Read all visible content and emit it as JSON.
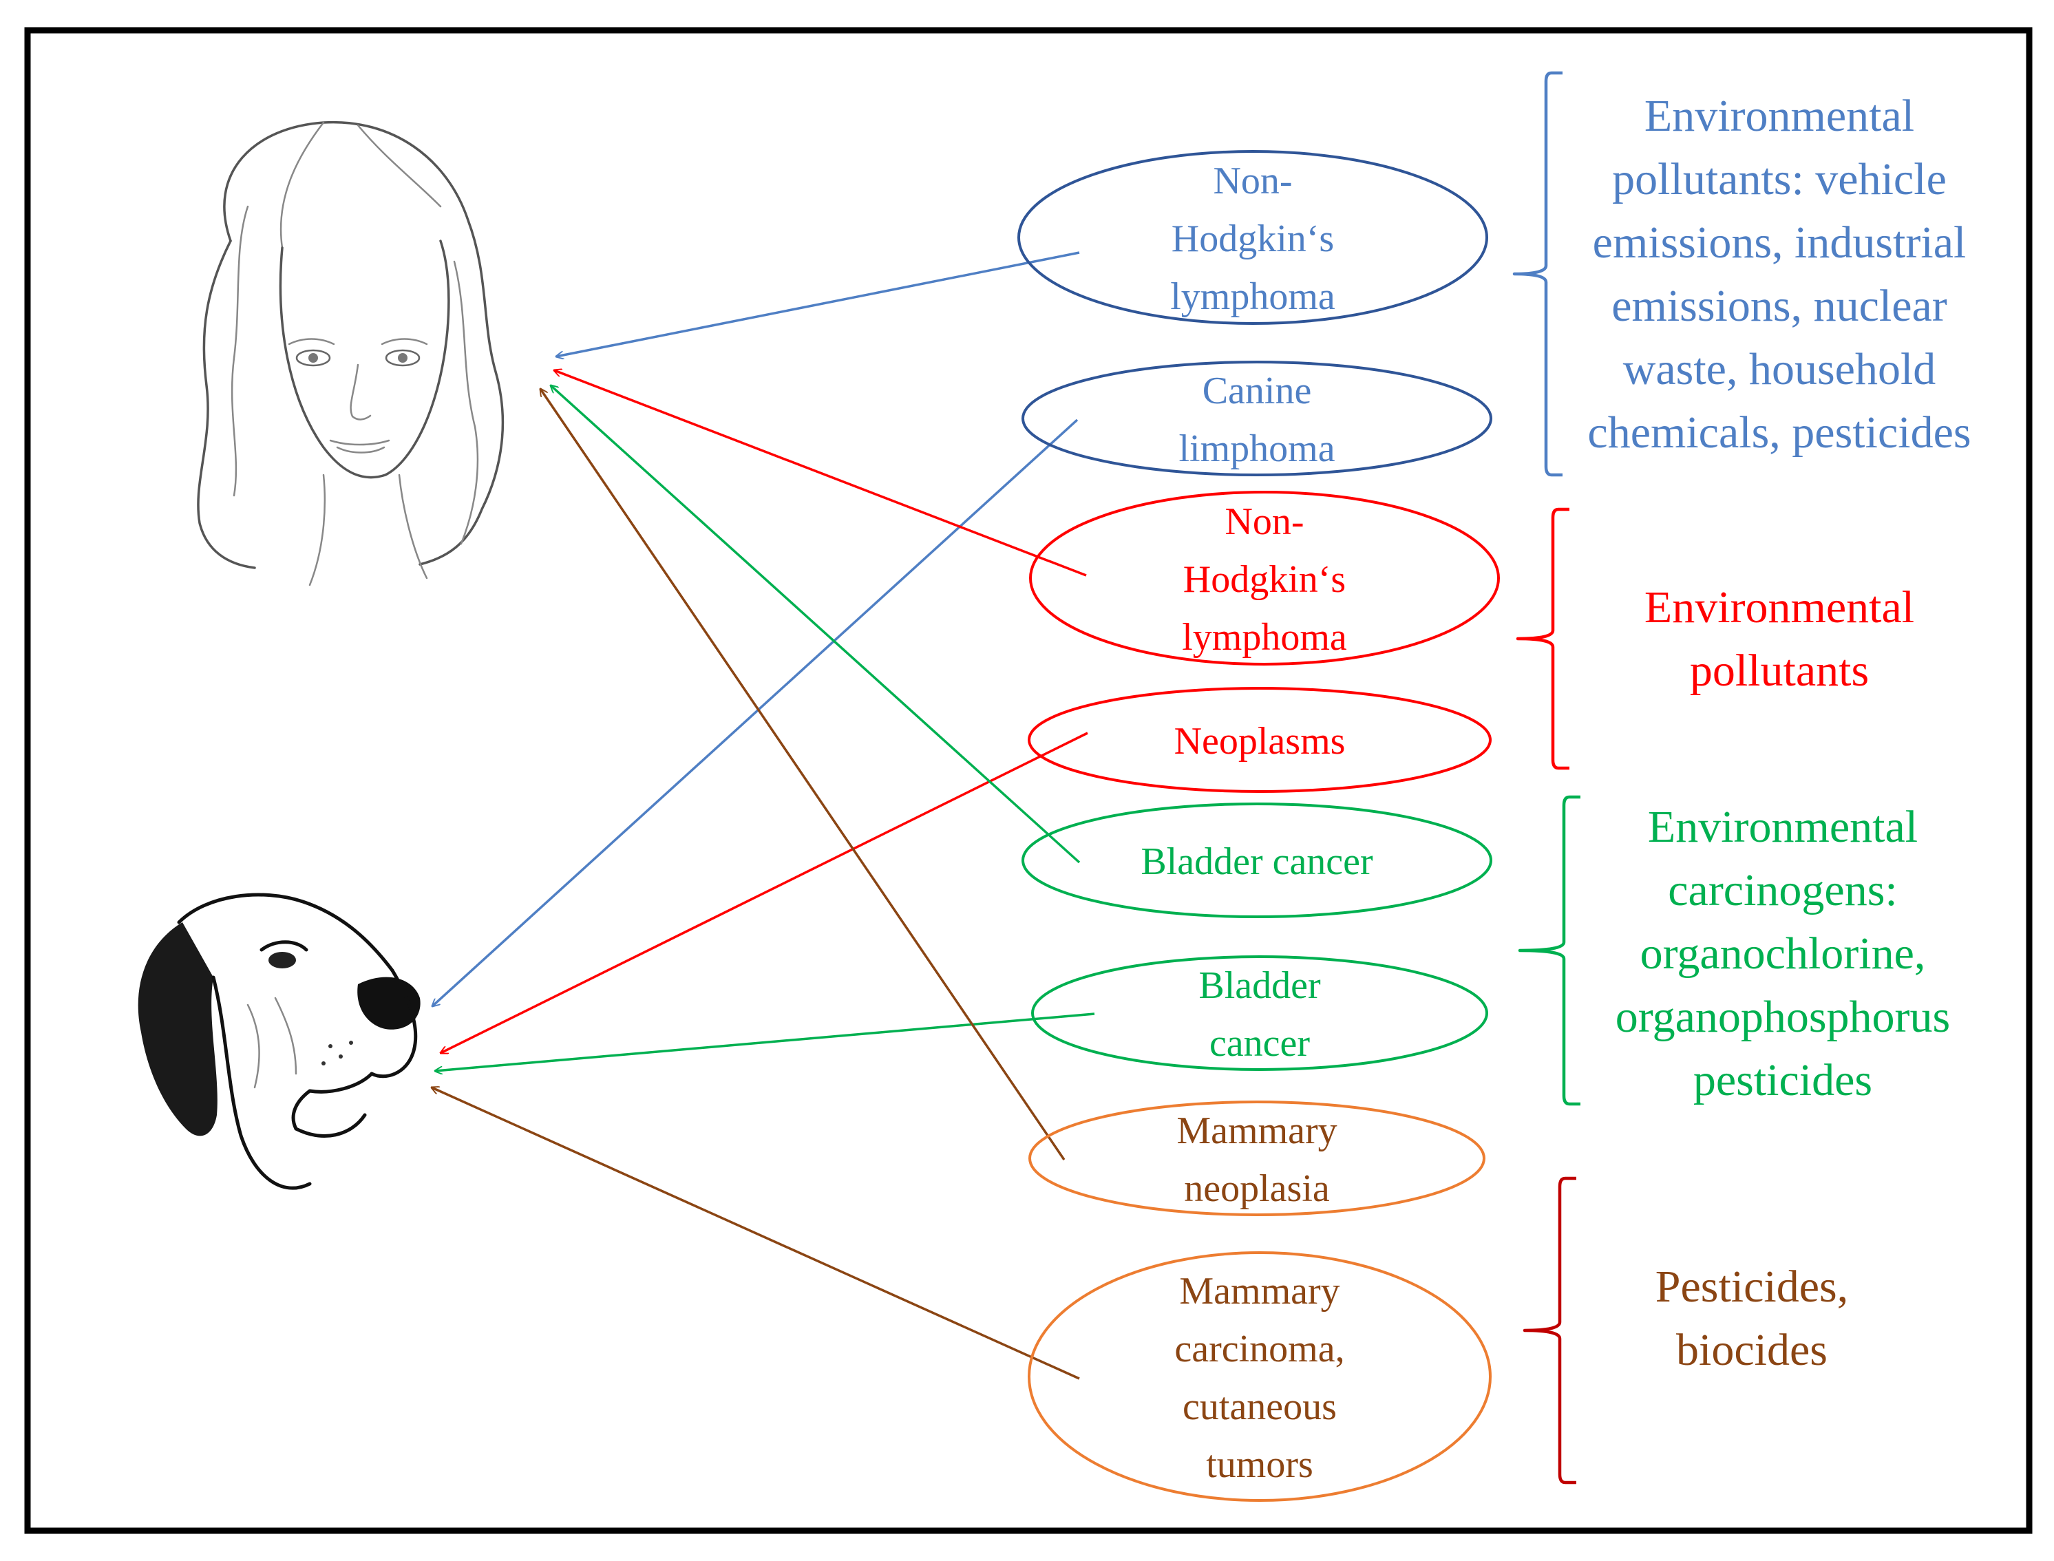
{
  "colors": {
    "blue": "#4F7FC4",
    "blue_dark": "#2F5597",
    "red": "#FF0000",
    "green": "#00B050",
    "orange": "#ED7D31",
    "brown": "#8B4513",
    "bracket_red": "#C00000"
  },
  "icons": {
    "human": "woman-face-icon",
    "dog": "dog-head-icon"
  },
  "diseases": [
    {
      "id": "nhl-human",
      "lines": [
        "Non-",
        "Hodgkin‘s",
        "lymphoma"
      ],
      "text_color": "blue",
      "outline_color": "blue_dark",
      "target": "human"
    },
    {
      "id": "canine-lymphoma",
      "lines": [
        "Canine",
        "limphoma"
      ],
      "text_color": "blue",
      "outline_color": "blue_dark",
      "target": "dog"
    },
    {
      "id": "nhl-red",
      "lines": [
        "Non-",
        "Hodgkin‘s",
        "lymphoma"
      ],
      "text_color": "red",
      "outline_color": "red",
      "target": "human"
    },
    {
      "id": "neoplasms",
      "lines": [
        "Neoplasms"
      ],
      "text_color": "red",
      "outline_color": "red",
      "target": "dog"
    },
    {
      "id": "bladder-human",
      "lines": [
        "Bladder cancer"
      ],
      "text_color": "green",
      "outline_color": "green",
      "target": "human"
    },
    {
      "id": "bladder-dog",
      "lines": [
        "Bladder",
        "cancer"
      ],
      "text_color": "green",
      "outline_color": "green",
      "target": "dog"
    },
    {
      "id": "mammary-neoplasia",
      "lines": [
        "Mammary",
        "neoplasia"
      ],
      "text_color": "brown",
      "outline_color": "orange",
      "target": "human"
    },
    {
      "id": "mammary-carcinoma",
      "lines": [
        "Mammary",
        "carcinoma,",
        "cutaneous",
        "tumors"
      ],
      "text_color": "brown",
      "outline_color": "orange",
      "target": "dog"
    }
  ],
  "factors": [
    {
      "id": "pollutants-detailed",
      "lines": [
        "Environmental",
        "pollutants: vehicle",
        "emissions, industrial",
        "emissions, nuclear",
        "waste, household",
        "chemicals, pesticides"
      ],
      "text_color": "blue",
      "bracket_color": "blue"
    },
    {
      "id": "pollutants",
      "lines": [
        "Environmental",
        "pollutants"
      ],
      "text_color": "red",
      "bracket_color": "red"
    },
    {
      "id": "carcinogens",
      "lines": [
        "Environmental",
        "carcinogens:",
        "organochlorine,",
        "organophosphorus",
        "pesticides"
      ],
      "text_color": "green",
      "bracket_color": "green"
    },
    {
      "id": "pesticides",
      "lines": [
        "Pesticides,",
        "biocides"
      ],
      "text_color": "brown",
      "bracket_color": "bracket_red"
    }
  ]
}
